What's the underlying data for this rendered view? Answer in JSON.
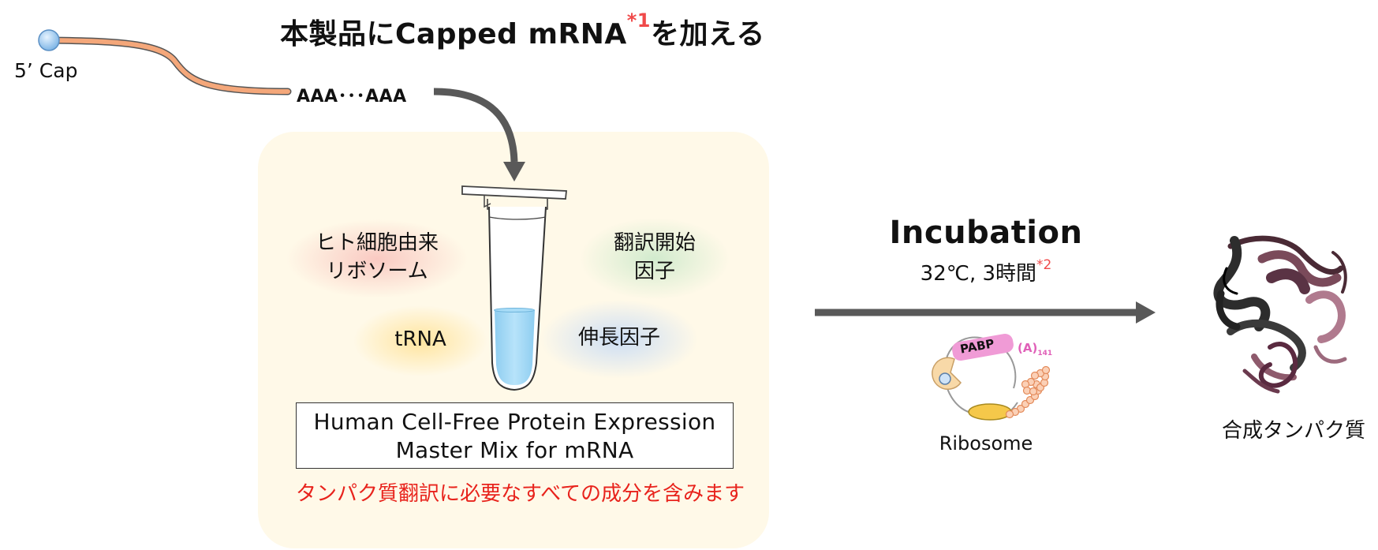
{
  "title": {
    "main": "本製品にCapped mRNA",
    "sup": "*1",
    "suffix": "を加える"
  },
  "mrna": {
    "cap_label": "5’ Cap",
    "polya_label": "AAA･･･AAA"
  },
  "components": {
    "ribosome": {
      "line1": "ヒト細胞由来",
      "line2": "リボソーム",
      "color": "#f9c7c0"
    },
    "initiation": {
      "line1": "翻訳開始",
      "line2": "因子",
      "color": "#cfeacc"
    },
    "trna": {
      "label": "tRNA",
      "color": "#ffe39a"
    },
    "elongation": {
      "label": "伸長因子",
      "color": "#c9dcf5"
    }
  },
  "product": {
    "name_line1": "Human Cell-Free Protein Expression",
    "name_line2": "Master Mix for mRNA",
    "note": "タンパク質翻訳に必要なすべての成分を含みます"
  },
  "incubation": {
    "title": "Incubation",
    "condition": "32℃, 3時間",
    "sup": "*2"
  },
  "ribosome_diagram": {
    "pabp": "PABP",
    "polya": "(A)",
    "polya_sub": "141",
    "label": "Ribosome"
  },
  "result": {
    "label": "合成タンパク質"
  },
  "colors": {
    "accent_red": "#e8231c",
    "arrow": "#595959",
    "mrna_strand": "#f4a77a",
    "panel": "#fff9e8",
    "liquid": "#9fd6f5"
  }
}
